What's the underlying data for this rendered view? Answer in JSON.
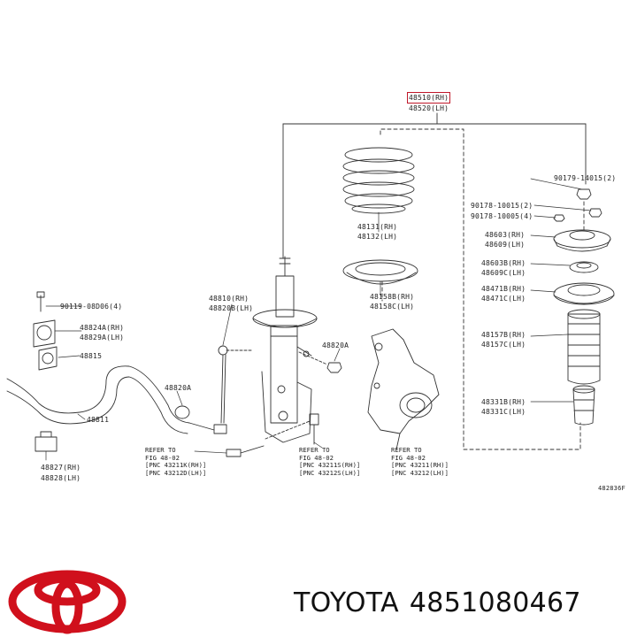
{
  "diagram": {
    "main_part": {
      "primary": "48510(RH)",
      "secondary": "48520(LH)"
    },
    "labels": {
      "p90179": "90179-14015(2)",
      "p90178a": "90178-10015(2)",
      "p90178b": "90178-10005(4)",
      "p48131": "48131(RH)",
      "p48132": "48132(LH)",
      "p48603": "48603(RH)",
      "p48609": "48609(LH)",
      "p48603b": "48603B(RH)",
      "p48609c": "48609C(LH)",
      "p48471b": "48471B(RH)",
      "p48471c": "48471C(LH)",
      "p48158b": "48158B(RH)",
      "p48158c": "48158C(LH)",
      "p48157b": "48157B(RH)",
      "p48157c": "48157C(LH)",
      "p48331b": "48331B(RH)",
      "p48331c": "48331C(LH)",
      "p48810": "48810(RH)",
      "p48820b": "48820B(LH)",
      "p48820a_right": "48820A",
      "p48820a_left": "48820A",
      "p90119": "90119-08D06(4)",
      "p48824a": "48824A(RH)",
      "p48829a": "48829A(LH)",
      "p48815": "48815",
      "p48811": "48811",
      "p48827": "48827(RH)",
      "p48828": "48828(LH)",
      "code": "482836F"
    },
    "refs": [
      {
        "l1": "REFER TO",
        "l2": "FIG 48-02",
        "l3": "[PNC 43211K(RH)]",
        "l4": "[PNC 43212D(LH)]"
      },
      {
        "l1": "REFER TO",
        "l2": "FIG 48-02",
        "l3": "[PNC 43211S(RH)]",
        "l4": "[PNC 43212S(LH)]"
      },
      {
        "l1": "REFER TO",
        "l2": "FIG 48-02",
        "l3": "[PNC 43211(RH)]",
        "l4": "[PNC 43212(LH)]"
      }
    ]
  },
  "footer": {
    "brand": "TOYOTA",
    "part_number": "4851080467"
  },
  "colors": {
    "highlight": "#c0182a",
    "logo": "#d0101c",
    "ink": "#222222"
  },
  "icons": {
    "logo": "toyota-logo-icon"
  }
}
